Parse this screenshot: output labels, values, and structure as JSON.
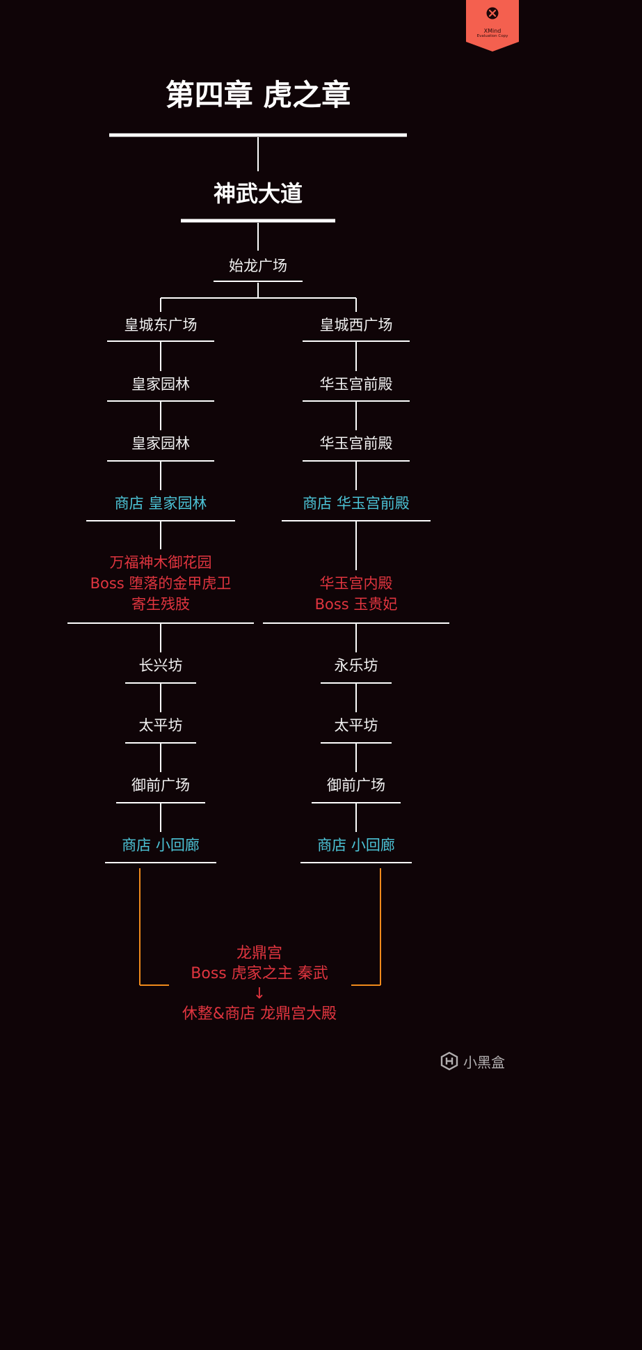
{
  "badge": {
    "brand": "XMind",
    "subtitle": "Evaluation Copy",
    "color": "#f4604f"
  },
  "title": "第四章 虎之章",
  "subtitle": "神武大道",
  "root_node": "始龙广场",
  "left_branch": {
    "nodes": [
      {
        "lines": [
          "皇城东广场"
        ],
        "kind": "normal"
      },
      {
        "lines": [
          "皇家园林"
        ],
        "kind": "normal"
      },
      {
        "lines": [
          "皇家园林"
        ],
        "kind": "normal"
      },
      {
        "lines": [
          "商店 皇家园林"
        ],
        "kind": "shop"
      },
      {
        "lines": [
          "万福神木御花园",
          "Boss 堕落的金甲虎卫",
          "寄生残肢"
        ],
        "kind": "boss"
      },
      {
        "lines": [
          "长兴坊"
        ],
        "kind": "normal"
      },
      {
        "lines": [
          "太平坊"
        ],
        "kind": "normal"
      },
      {
        "lines": [
          "御前广场"
        ],
        "kind": "normal"
      },
      {
        "lines": [
          "商店 小回廊"
        ],
        "kind": "shop"
      }
    ]
  },
  "right_branch": {
    "nodes": [
      {
        "lines": [
          "皇城西广场"
        ],
        "kind": "normal"
      },
      {
        "lines": [
          "华玉宫前殿"
        ],
        "kind": "normal"
      },
      {
        "lines": [
          "华玉宫前殿"
        ],
        "kind": "normal"
      },
      {
        "lines": [
          "商店 华玉宫前殿"
        ],
        "kind": "shop"
      },
      {
        "lines": [
          "华玉宫内殿",
          "Boss 玉贵妃"
        ],
        "kind": "boss"
      },
      {
        "lines": [
          "永乐坊"
        ],
        "kind": "normal"
      },
      {
        "lines": [
          "太平坊"
        ],
        "kind": "normal"
      },
      {
        "lines": [
          "御前广场"
        ],
        "kind": "normal"
      },
      {
        "lines": [
          "商店 小回廊"
        ],
        "kind": "shop"
      }
    ]
  },
  "final_node": {
    "lines": [
      "龙鼎宫",
      "Boss 虎家之主 秦武",
      "↓",
      "休整&商店 龙鼎宫大殿"
    ]
  },
  "colors": {
    "background": "#0f0407",
    "text": "#f2f2f2",
    "shop": "#4cc3d6",
    "boss": "#e0353f",
    "connector": "#ffffff",
    "merge_connector": "#f08a1c"
  },
  "watermark": {
    "icon": "xiaoheihe-logo-icon",
    "text": "小黑盒"
  }
}
